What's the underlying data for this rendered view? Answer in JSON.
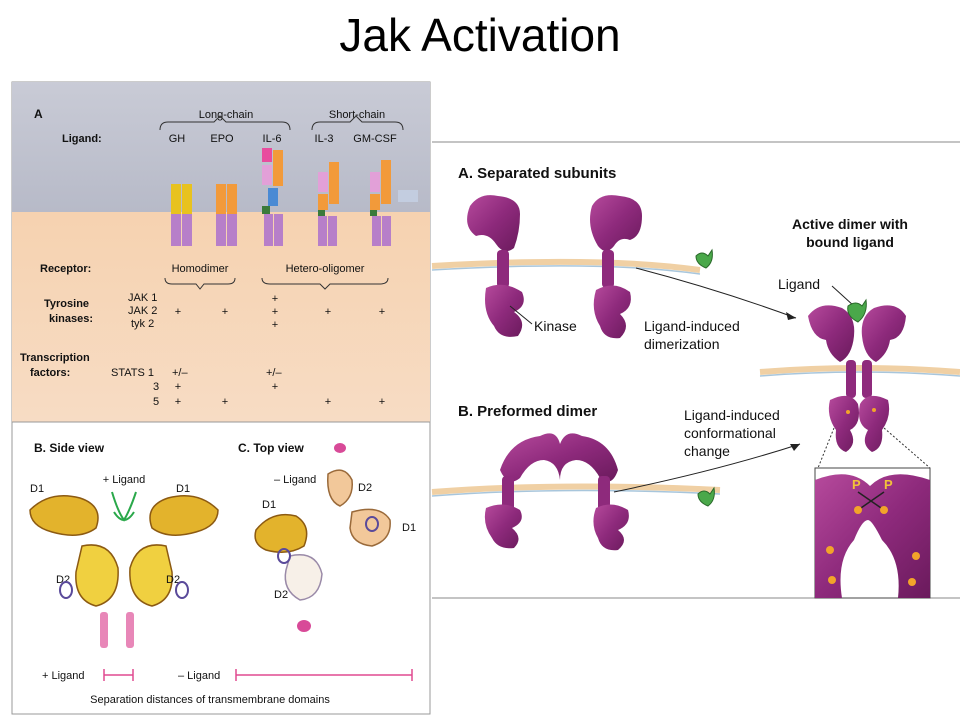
{
  "slide": {
    "title": "Jak Activation"
  },
  "panelA": {
    "letter": "A",
    "long_chain": "Long-chain",
    "short_chain": "Short-chain",
    "ligand_label": "Ligand:",
    "ligands": [
      "GH",
      "EPO",
      "IL-6",
      "IL-3",
      "GM-CSF"
    ],
    "receptor_label": "Receptor:",
    "homodimer": "Homodimer",
    "hetero": "Hetero-oligomer",
    "tyrosine": "Tyrosine",
    "kinases": "kinases:",
    "jak1": "JAK 1",
    "jak2": "JAK 2",
    "tyk2": "tyk 2",
    "transcription": "Transcription",
    "factors": "factors:",
    "stats1": "STATS 1",
    "stats3": "3",
    "stats5": "5",
    "plus": "+",
    "plusminus": "+/–"
  },
  "panelB": {
    "title": "B. Side view",
    "plus_ligand": "+ Ligand",
    "d1": "D1",
    "d2": "D2"
  },
  "panelC": {
    "title": "C. Top view",
    "minus_ligand": "– Ligand",
    "d1": "D1",
    "d2": "D2"
  },
  "bottom": {
    "plus_ligand": "+ Ligand",
    "minus_ligand": "– Ligand",
    "caption": "Separation distances of transmembrane domains"
  },
  "right": {
    "a_title": "A. Separated subunits",
    "active1": "Active dimer with",
    "active2": "bound ligand",
    "ligand": "Ligand",
    "kinase": "Kinase",
    "lid1": "Ligand-induced",
    "lid2": "dimerization",
    "b_title": "B. Preformed dimer",
    "lic1": "Ligand-induced",
    "lic2": "conformational",
    "lic3": "change",
    "p": "P"
  }
}
